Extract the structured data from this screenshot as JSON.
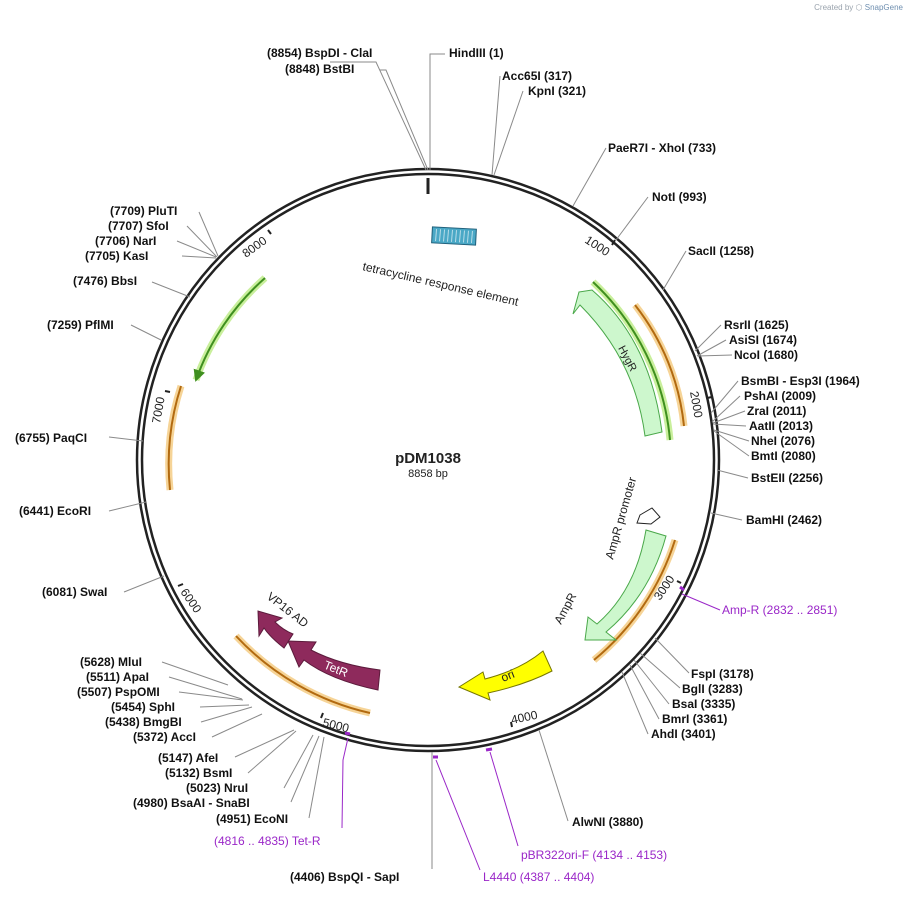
{
  "credit": {
    "created_by": "Created by",
    "app_name": "SnapGene"
  },
  "plasmid": {
    "name": "pDM1038",
    "size_label": "8858 bp",
    "length": 8858
  },
  "ticks": [
    "1000",
    "2000",
    "3000",
    "4000",
    "5000",
    "6000",
    "7000",
    "8000"
  ],
  "sites": [
    {
      "label": "(8854)  BspDI  - ClaI"
    },
    {
      "label": "(8848)  BstBI"
    },
    {
      "label": "HindIII  (1)"
    },
    {
      "label": "Acc65I  (317)"
    },
    {
      "label": "KpnI  (321)"
    },
    {
      "label": "PaeR7I  - XhoI  (733)"
    },
    {
      "label": "NotI  (993)"
    },
    {
      "label": "SacII  (1258)"
    },
    {
      "label": "RsrII  (1625)"
    },
    {
      "label": "AsiSI  (1674)"
    },
    {
      "label": "NcoI  (1680)"
    },
    {
      "label": "BsmBI  - Esp3I  (1964)"
    },
    {
      "label": "PshAI  (2009)"
    },
    {
      "label": "ZraI  (2011)"
    },
    {
      "label": "AatII  (2013)"
    },
    {
      "label": "NheI  (2076)"
    },
    {
      "label": "BmtI  (2080)"
    },
    {
      "label": "BstEII  (2256)"
    },
    {
      "label": "BamHI  (2462)"
    },
    {
      "label": "FspI  (3178)"
    },
    {
      "label": "BglI  (3283)"
    },
    {
      "label": "BsaI  (3335)"
    },
    {
      "label": "BmrI  (3361)"
    },
    {
      "label": "AhdI  (3401)"
    },
    {
      "label": "AlwNI  (3880)"
    },
    {
      "label": "(4406)  BspQI  - SapI"
    },
    {
      "label": "(4951)  EcoNI"
    },
    {
      "label": "(4980)  BsaAI  - SnaBI"
    },
    {
      "label": "(5023)  NruI"
    },
    {
      "label": "(5132)  BsmI"
    },
    {
      "label": "(5147)  AfeI"
    },
    {
      "label": "(5372)  AccI"
    },
    {
      "label": "(5438)  BmgBI"
    },
    {
      "label": "(5454)  SphI"
    },
    {
      "label": "(5507)  PspOMI"
    },
    {
      "label": "(5511)  ApaI"
    },
    {
      "label": "(5628)  MluI"
    },
    {
      "label": "(6081)  SwaI"
    },
    {
      "label": "(6441)  EcoRI"
    },
    {
      "label": "(6755)  PaqCI"
    },
    {
      "label": "(7259)  PflMI"
    },
    {
      "label": "(7476)  BbsI"
    },
    {
      "label": "(7705)  KasI"
    },
    {
      "label": "(7706)  NarI"
    },
    {
      "label": "(7707)  SfoI"
    },
    {
      "label": "(7709)  PluTI"
    }
  ],
  "primers": [
    {
      "label": "Amp-R   (2832 .. 2851)"
    },
    {
      "label": "pBR322ori-F   (4134 .. 4153)"
    },
    {
      "label": "L4440   (4387 .. 4404)"
    },
    {
      "label": "(4816 .. 4835)   Tet-R"
    }
  ],
  "features": [
    {
      "label": "tetracycline response element"
    },
    {
      "label": "HygR"
    },
    {
      "label": "AmpR promoter"
    },
    {
      "label": "AmpR"
    },
    {
      "label": "ori"
    },
    {
      "label": "TetR"
    },
    {
      "label": "VP16 AD"
    }
  ],
  "colors": {
    "backbone": "#222222",
    "site_line": "#8a8a8a",
    "primer": "#9a27c8",
    "hygr_fill": "#cdf7cd",
    "hygr_stroke": "#4aa84a",
    "ampr_fill": "#cdf7cd",
    "ori_fill": "#ffff00",
    "tetr_fill": "#8e2a5c",
    "orf_green": "#3f8f1f",
    "orf_green_glow": "#c9ef9c",
    "orf_orange": "#b26a10",
    "orf_orange_glow": "#f6d497",
    "tre_fill": "#4aa8c6"
  }
}
